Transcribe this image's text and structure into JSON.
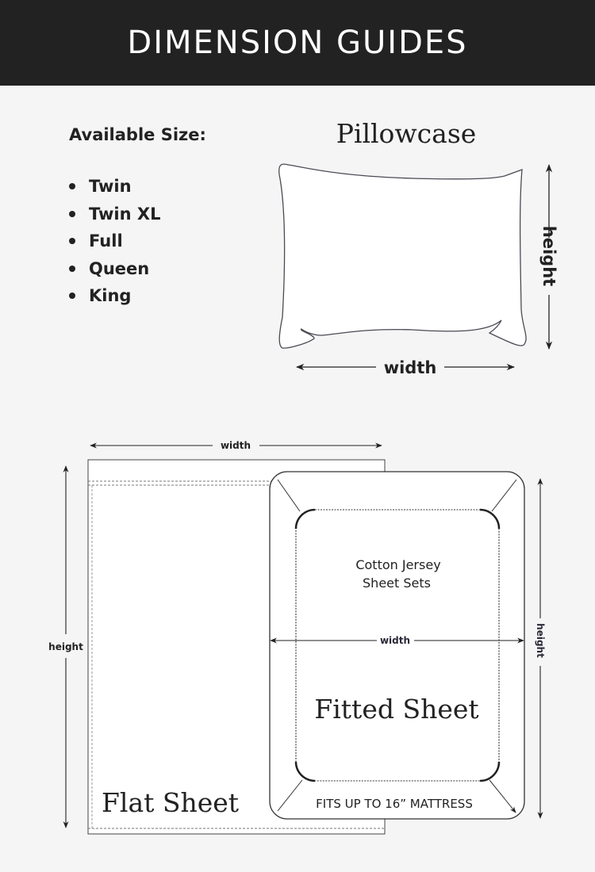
{
  "header": {
    "title": "DIMENSION GUIDES"
  },
  "sizes": {
    "title": "Available Size:",
    "items": [
      "Twin",
      "Twin XL",
      "Full",
      "Queen",
      "King"
    ]
  },
  "pillowcase": {
    "title": "Pillowcase",
    "height_label": "height",
    "width_label": "width"
  },
  "flat_sheet": {
    "title": "Flat Sheet",
    "width_label": "width",
    "height_label": "height"
  },
  "fitted_sheet": {
    "title": "Fitted Sheet",
    "product_line1": "Cotton Jersey",
    "product_line2": "Sheet Sets",
    "width_label": "width",
    "height_label": "height",
    "note": "FITS UP TO 16” MATTRESS"
  }
}
